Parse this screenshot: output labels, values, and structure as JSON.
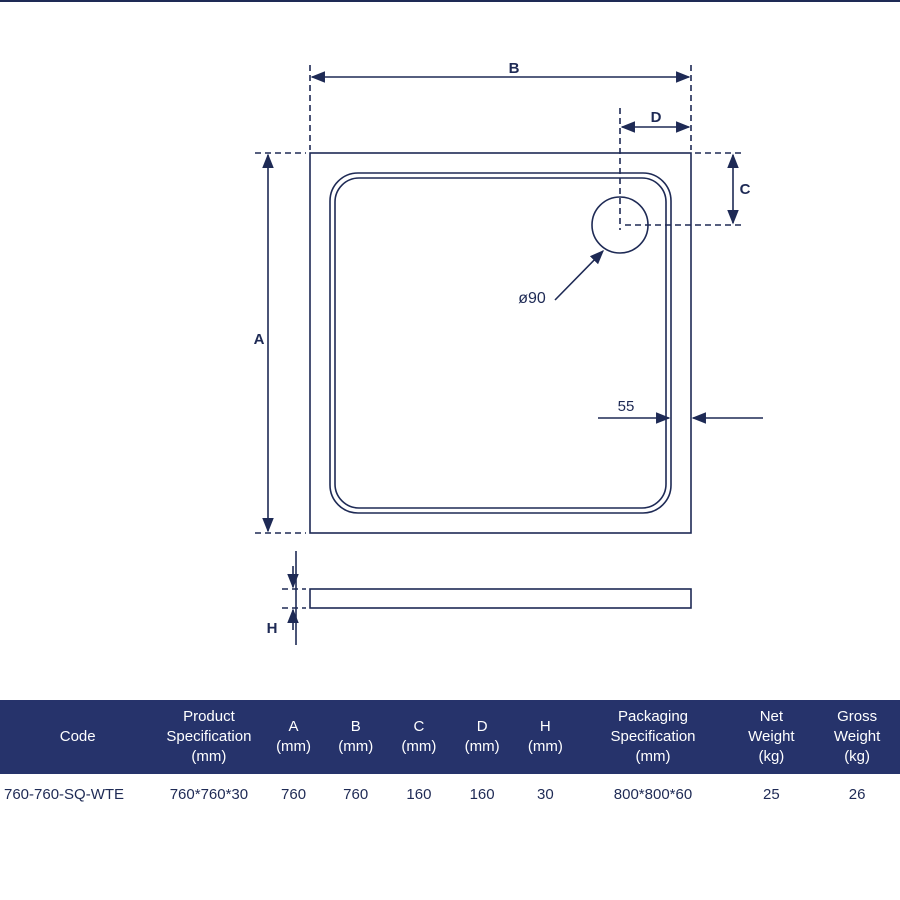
{
  "diagram": {
    "dim_a": "A",
    "dim_b": "B",
    "dim_c": "C",
    "dim_d": "D",
    "dim_h": "H",
    "waste_label": "ø90",
    "edge_label": "55",
    "line_color": "#1e2a55"
  },
  "table": {
    "header_color": "#26336b",
    "headers": [
      {
        "lines": [
          "Code"
        ]
      },
      {
        "lines": [
          "Product",
          "Specification",
          "(mm)"
        ]
      },
      {
        "lines": [
          "A",
          "(mm)"
        ]
      },
      {
        "lines": [
          "B",
          "(mm)"
        ]
      },
      {
        "lines": [
          "C",
          "(mm)"
        ]
      },
      {
        "lines": [
          "D",
          "(mm)"
        ]
      },
      {
        "lines": [
          "H",
          "(mm)"
        ]
      },
      {
        "lines": [
          "Packaging",
          "Specification",
          "(mm)"
        ]
      },
      {
        "lines": [
          "Net",
          "Weight",
          "(kg)"
        ]
      },
      {
        "lines": [
          "Gross",
          "Weight",
          "(kg)"
        ]
      }
    ],
    "rows": [
      [
        "760-760-SQ-WTE",
        "760*760*30",
        "760",
        "760",
        "160",
        "160",
        "30",
        "800*800*60",
        "25",
        "26"
      ]
    ]
  }
}
